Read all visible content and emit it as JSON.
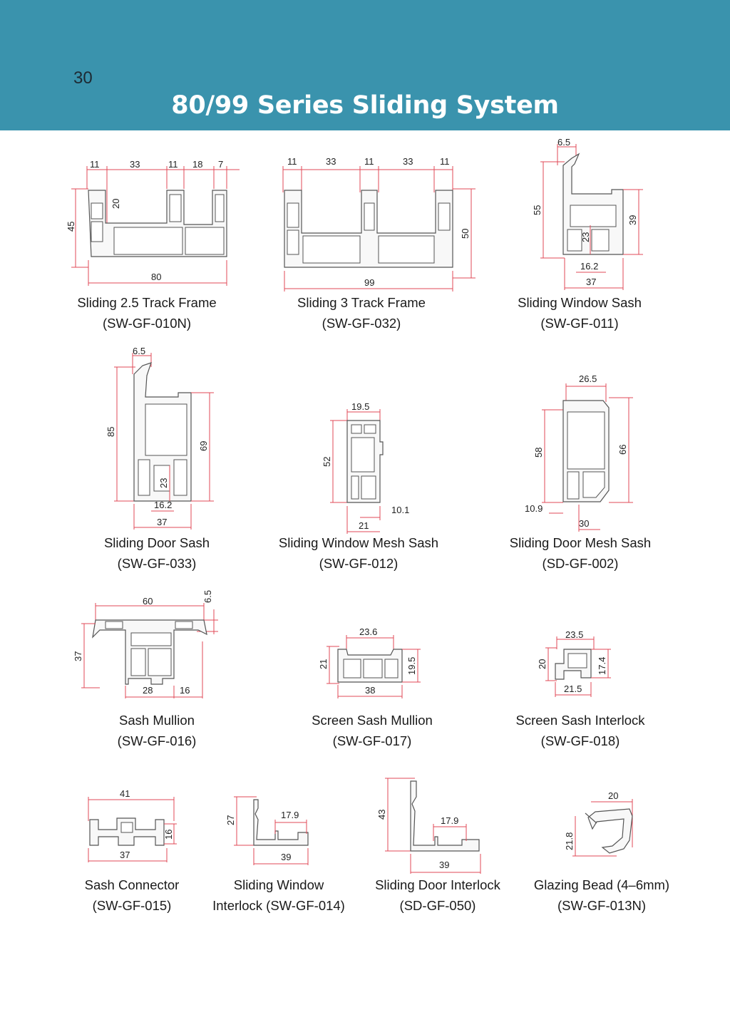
{
  "header": {
    "page_number": "30",
    "title": "80/99 Series Sliding System",
    "color": "#3a93ad"
  },
  "profiles": [
    {
      "name": "Sliding 2.5 Track Frame",
      "code": "(SW-GF-010N)",
      "dims": [
        "11",
        "33",
        "11",
        "18",
        "7",
        "45",
        "20",
        "80"
      ]
    },
    {
      "name": "Sliding 3 Track Frame",
      "code": "(SW-GF-032)",
      "dims": [
        "11",
        "33",
        "11",
        "33",
        "11",
        "50",
        "99"
      ]
    },
    {
      "name": "Sliding Window Sash",
      "code": "(SW-GF-011)",
      "dims": [
        "6.5",
        "55",
        "23",
        "39",
        "16.2",
        "37"
      ]
    },
    {
      "name": "Sliding Door Sash",
      "code": "(SW-GF-033)",
      "dims": [
        "6.5",
        "85",
        "69",
        "23",
        "16.2",
        "37"
      ]
    },
    {
      "name": "Sliding Window Mesh Sash",
      "code": "(SW-GF-012)",
      "dims": [
        "19.5",
        "52",
        "10.1",
        "21"
      ]
    },
    {
      "name": "Sliding Door Mesh Sash",
      "code": "(SD-GF-002)",
      "dims": [
        "26.5",
        "58",
        "66",
        "10.9",
        "30"
      ]
    },
    {
      "name": "Sash Mullion",
      "code": "(SW-GF-016)",
      "dims": [
        "60",
        "6.5",
        "37",
        "28",
        "16"
      ]
    },
    {
      "name": "Screen Sash Mullion",
      "code": "(SW-GF-017)",
      "dims": [
        "23.6",
        "21",
        "19.5",
        "38"
      ]
    },
    {
      "name": "Screen Sash Interlock",
      "code": "(SW-GF-018)",
      "dims": [
        "23.5",
        "20",
        "17.4",
        "21.5"
      ]
    },
    {
      "name": "Sash Connector",
      "code": "(SW-GF-015)",
      "dims": [
        "41",
        "16",
        "37"
      ]
    },
    {
      "name": "Sliding Window",
      "code": "Interlock (SW-GF-014)",
      "dims": [
        "27",
        "17.9",
        "39"
      ]
    },
    {
      "name": "Sliding Door Interlock",
      "code": "(SD-GF-050)",
      "dims": [
        "43",
        "17.9",
        "39"
      ]
    },
    {
      "name": "Glazing Bead (4–6mm)",
      "code": "(SW-GF-013N)",
      "dims": [
        "20",
        "21.8"
      ]
    }
  ]
}
